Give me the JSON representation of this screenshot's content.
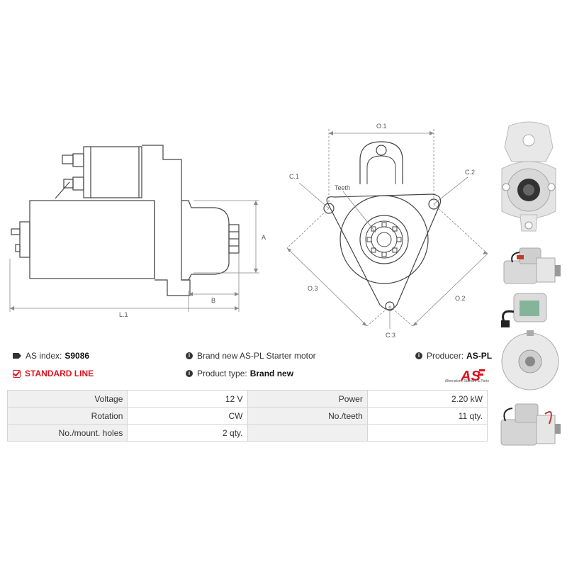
{
  "drawing_labels": {
    "L1": "L.1",
    "A": "A",
    "B": "B",
    "O1": "O.1",
    "O2": "O.2",
    "O3": "O.3",
    "C1": "C.1",
    "C2": "C.2",
    "C3": "C.3",
    "teeth": "Teeth"
  },
  "info": {
    "as_index_label": "AS index:",
    "as_index_value": "S9086",
    "standard_line": "STANDARD LINE",
    "description": "Brand new AS-PL Starter motor",
    "product_type_label": "Product type:",
    "product_type_value": "Brand new",
    "producer_label": "Producer:",
    "producer_value": "AS-PL"
  },
  "logo": {
    "mark": "AS",
    "tagline": "Alternators, Starters & Parts",
    "color": "#d9141f"
  },
  "specs": [
    {
      "l1": "Voltage",
      "v1": "12 V",
      "l2": "Power",
      "v2": "2.20 kW"
    },
    {
      "l1": "Rotation",
      "v1": "CW",
      "l2": "No./teeth",
      "v2": "11 qty."
    },
    {
      "l1": "No./mount. holes",
      "v1": "2 qty.",
      "l2": "",
      "v2": ""
    }
  ]
}
